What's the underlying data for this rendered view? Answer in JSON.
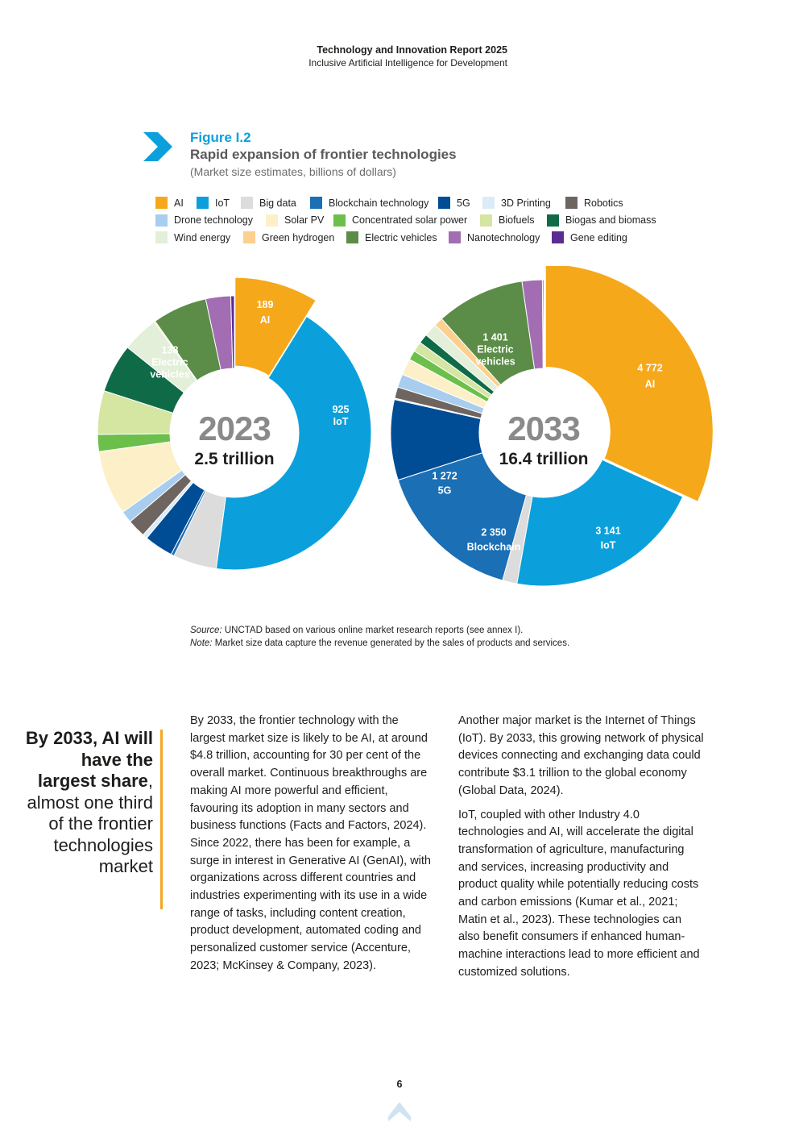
{
  "header": {
    "title": "Technology and Innovation Report 2025",
    "subtitle": "Inclusive Artificial Intelligence for Development"
  },
  "figure": {
    "label": "Figure I.2",
    "title": "Rapid expansion of frontier technologies",
    "subtitle": "(Market size estimates, billions of dollars)"
  },
  "legend": [
    {
      "name": "AI",
      "color": "#f6a81b"
    },
    {
      "name": "IoT",
      "color": "#0ba0db"
    },
    {
      "name": "Big data",
      "color": "#dcdcdc"
    },
    {
      "name": "Blockchain technology",
      "color": "#1a6fb5"
    },
    {
      "name": "5G",
      "color": "#004d96"
    },
    {
      "name": "3D Printing",
      "color": "#dbebf8"
    },
    {
      "name": "Robotics",
      "color": "#6f6560"
    },
    {
      "name": "Drone technology",
      "color": "#a8cdee"
    },
    {
      "name": "Solar PV",
      "color": "#fdf0c8"
    },
    {
      "name": "Concentrated solar power",
      "color": "#6cbf4b"
    },
    {
      "name": "Biofuels",
      "color": "#d5e5a2"
    },
    {
      "name": "Biogas and biomass",
      "color": "#0f6b47"
    },
    {
      "name": "Wind energy",
      "color": "#e3efd8"
    },
    {
      "name": "Green hydrogen",
      "color": "#fcd08e"
    },
    {
      "name": "Electric vehicles",
      "color": "#5b8d48"
    },
    {
      "name": "Nanotechnology",
      "color": "#a26db3"
    },
    {
      "name": "Gene editing",
      "color": "#5c2d91"
    }
  ],
  "chart_data": [
    {
      "type": "pie",
      "year": "2023",
      "total": "2.5 trillion",
      "labels": [
        {
          "value": "189",
          "name": "AI"
        },
        {
          "value": "925",
          "name": "IoT"
        },
        {
          "value": "138",
          "name": "Electric vehicles"
        }
      ],
      "slices": [
        {
          "name": "AI",
          "value": 189
        },
        {
          "name": "IoT",
          "value": 925
        },
        {
          "name": "Big data",
          "value": 110
        },
        {
          "name": "Blockchain technology",
          "value": 8
        },
        {
          "name": "5G",
          "value": 73
        },
        {
          "name": "3D Printing",
          "value": 12
        },
        {
          "name": "Robotics",
          "value": 46
        },
        {
          "name": "Drone technology",
          "value": 30
        },
        {
          "name": "Solar PV",
          "value": 163
        },
        {
          "name": "Concentrated solar power",
          "value": 43
        },
        {
          "name": "Biofuels",
          "value": 110
        },
        {
          "name": "Biogas and biomass",
          "value": 123
        },
        {
          "name": "Wind energy",
          "value": 92
        },
        {
          "name": "Green hydrogen",
          "value": 3
        },
        {
          "name": "Electric vehicles",
          "value": 138
        },
        {
          "name": "Nanotechnology",
          "value": 63
        },
        {
          "name": "Gene editing",
          "value": 9
        }
      ]
    },
    {
      "type": "pie",
      "year": "2033",
      "total": "16.4 trillion",
      "labels": [
        {
          "value": "4 772",
          "name": "AI"
        },
        {
          "value": "3 141",
          "name": "IoT"
        },
        {
          "value": "2 350",
          "name": "Blockchain"
        },
        {
          "value": "1 272",
          "name": "5G"
        },
        {
          "value": "1 401",
          "name": "Electric vehicles"
        }
      ],
      "slices": [
        {
          "name": "AI",
          "value": 4772
        },
        {
          "name": "IoT",
          "value": 3141
        },
        {
          "name": "Big data",
          "value": 230
        },
        {
          "name": "Blockchain technology",
          "value": 2350
        },
        {
          "name": "5G",
          "value": 1272
        },
        {
          "name": "3D Printing",
          "value": 20
        },
        {
          "name": "Robotics",
          "value": 180
        },
        {
          "name": "Drone technology",
          "value": 210
        },
        {
          "name": "Solar PV",
          "value": 260
        },
        {
          "name": "Concentrated solar power",
          "value": 150
        },
        {
          "name": "Biofuels",
          "value": 160
        },
        {
          "name": "Biogas and biomass",
          "value": 150
        },
        {
          "name": "Wind energy",
          "value": 210
        },
        {
          "name": "Green hydrogen",
          "value": 140
        },
        {
          "name": "Electric vehicles",
          "value": 1401
        },
        {
          "name": "Nanotechnology",
          "value": 320
        },
        {
          "name": "Gene editing",
          "value": 20
        }
      ]
    }
  ],
  "notes": {
    "source_label": "Source:",
    "source_text": " UNCTAD based on various online market research reports (see annex I).",
    "note_label": "Note:",
    "note_text": " Market size data capture the revenue generated by the sales of products and services."
  },
  "callout": {
    "bold": "By 2033, AI will have the largest share",
    "rest": ", almost one third of the frontier technologies market"
  },
  "body": {
    "col1_p1": "By 2033, the frontier technology with the largest market size is likely to be AI, at around $4.8 trillion, accounting for 30 per cent of the overall market. Continuous breakthroughs are making AI more powerful and efficient, favouring its adoption in many sectors and business functions (Facts and Factors, 2024). Since 2022, there has been for example, a surge in interest in Generative AI (GenAI), with organizations across different countries and industries experimenting with its use in a wide range of tasks, including content creation, product development, automated coding and personalized customer service (Accenture, 2023; McKinsey & Company, 2023).",
    "col2_p1": "Another major market is the Internet of Things (IoT). By 2033, this growing network of physical devices connecting and exchanging data could contribute $3.1 trillion to the global economy (Global Data, 2024).",
    "col2_p2": "IoT, coupled with other Industry 4.0 technologies and AI, will accelerate the digital transformation of agriculture, manufacturing and services, increasing productivity and product quality while potentially reducing costs and carbon emissions (Kumar et al., 2021; Matin et al., 2023). These technologies can also benefit consumers if enhanced human-machine interactions lead to more efficient and customized solutions."
  },
  "page_number": "6"
}
